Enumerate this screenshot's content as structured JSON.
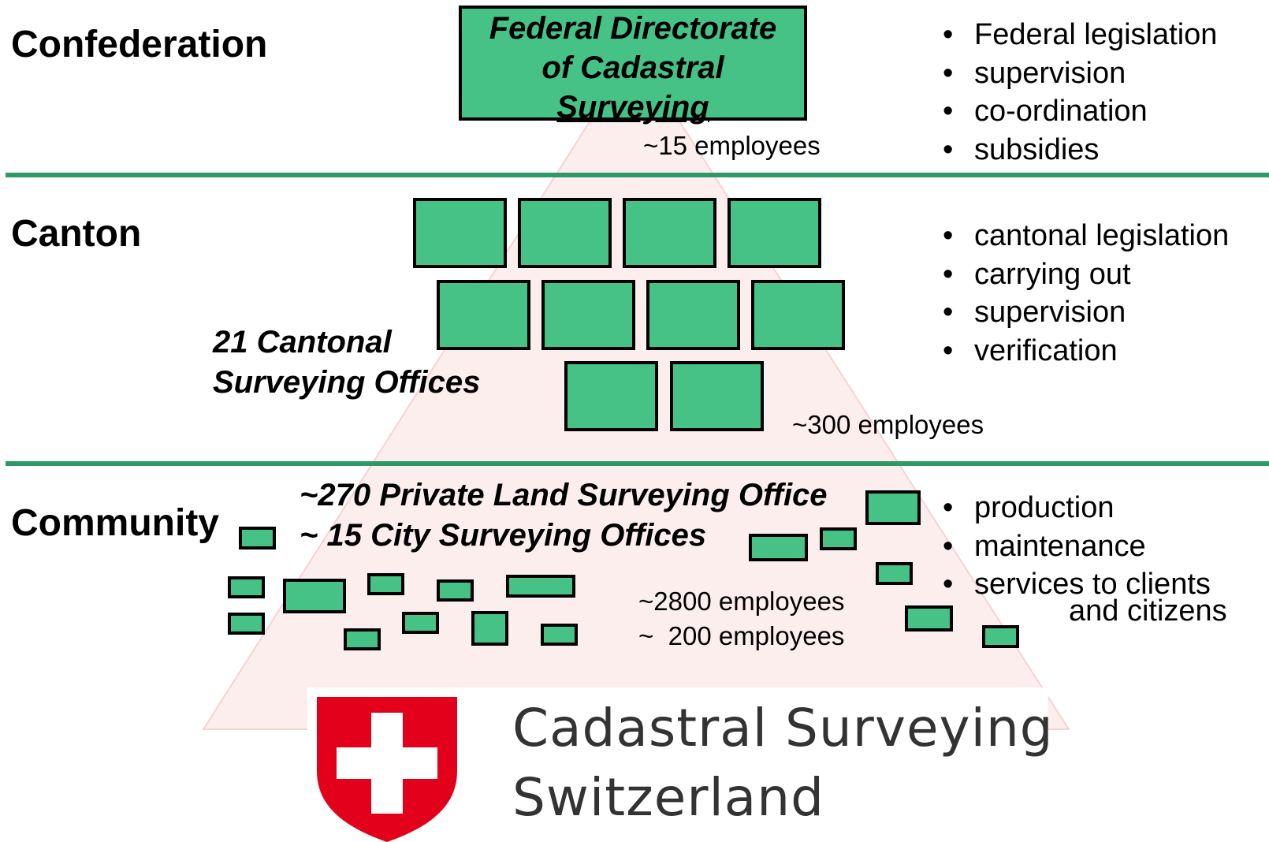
{
  "levels": {
    "confederation": "Confederation",
    "canton": "Canton",
    "community": "Community"
  },
  "federal": {
    "box_lines": [
      "Federal Directorate",
      "of Cadastral",
      "Surveying"
    ],
    "employees": "~15 employees",
    "tasks": [
      "Federal legislation",
      "supervision",
      "co-ordination",
      "subsidies"
    ]
  },
  "canton": {
    "label_lines": [
      "21 Cantonal",
      "Surveying Offices"
    ],
    "employees": "~300 employees",
    "tasks": [
      "cantonal legislation",
      "carrying out",
      "supervision",
      "verification"
    ]
  },
  "community": {
    "label_lines": [
      "~270 Private Land Surveying Office",
      "~ 15 City Surveying Offices"
    ],
    "employees_private": "~2800 employees",
    "employees_city": "~  200 employees",
    "tasks": [
      "production",
      "maintenance",
      "services to clients"
    ],
    "task_continuation": "and citizens"
  },
  "logo": {
    "lines": [
      "Cadastral Surveying",
      "Switzerland"
    ]
  },
  "colors": {
    "box_green": "#46c286",
    "divider_green": "#2e9866",
    "pyramid_fill": "#fdeeee",
    "swiss_red": "#e2001a"
  }
}
